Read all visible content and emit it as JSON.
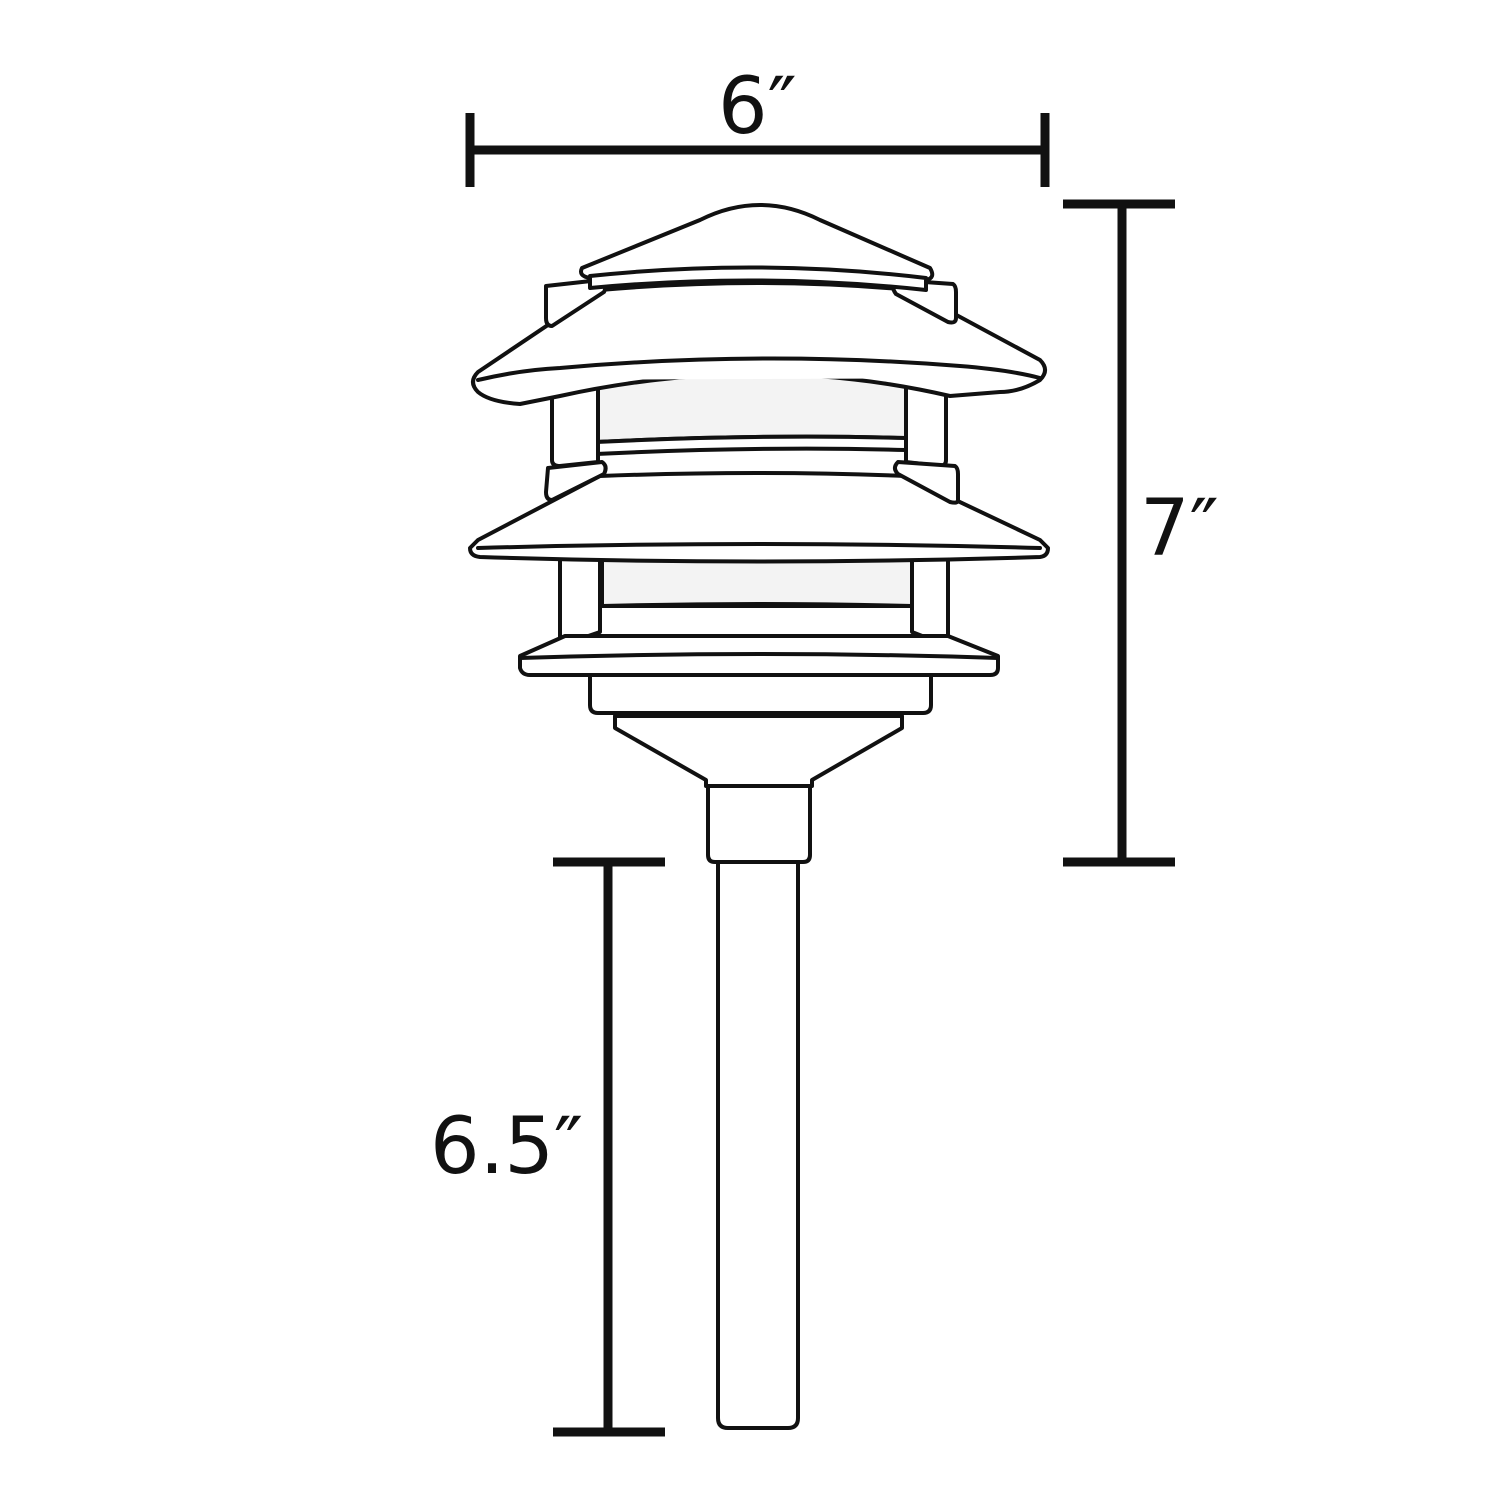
{
  "diagram": {
    "dimensions": {
      "width_label": "6″",
      "height_label": "7″",
      "stake_label": "6.5″"
    },
    "colors": {
      "line": "#111111",
      "background": "#ffffff",
      "lens": "#f3f3f3"
    }
  }
}
